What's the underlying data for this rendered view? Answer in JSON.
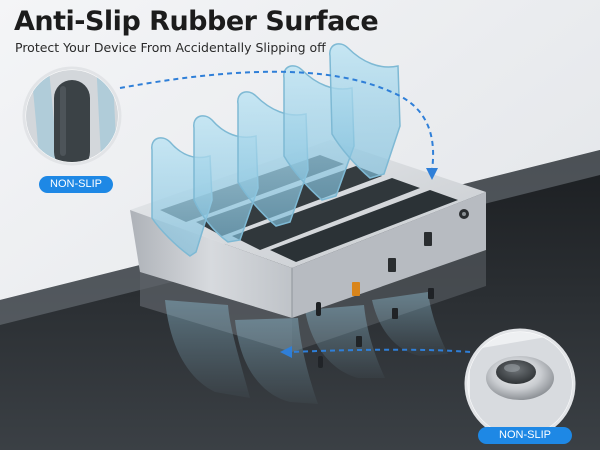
{
  "headline": "Anti-Slip Rubber Surface",
  "subheadline": "Protect Your Device From Accidentally Slipping off",
  "badges": {
    "left": "NON-SLIP",
    "right": "NON-SLIP"
  },
  "colors": {
    "badge": "#1e88e5",
    "dashed_arrow": "#2f7fd8",
    "acrylic": "#9fd3ea",
    "base": "#c9ccd1",
    "mat": "#3b4246"
  }
}
